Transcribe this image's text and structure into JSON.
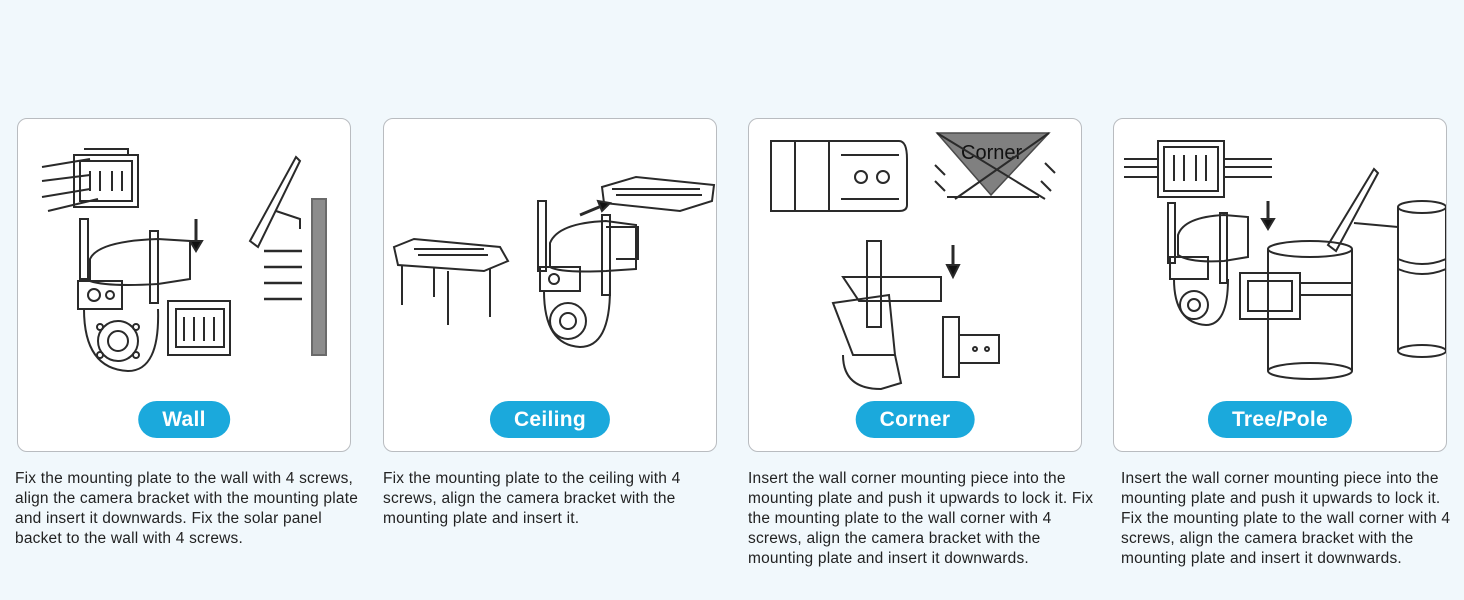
{
  "cards": [
    {
      "label": "Wall",
      "description": "Fix the mounting plate to the wall with 4 screws, align the camera bracket with the mounting plate and insert it downwards. Fix the solar panel backet to the wall with 4 screws."
    },
    {
      "label": "Ceiling",
      "description": "Fix the mounting plate to the ceiling with 4 screws, align the camera bracket with the mounting plate and insert it."
    },
    {
      "label": "Corner",
      "illustration_text": "Corner",
      "description": "Insert the wall corner mounting piece into the mounting plate and push it upwards to lock it. Fix the mounting plate to the wall corner with 4 screws, align the camera bracket with the mounting plate and insert it downwards."
    },
    {
      "label": "Tree/Pole",
      "description": "Insert the wall corner mounting piece into the mounting plate and push it upwards to lock it. Fix the mounting plate to the wall corner with 4 screws, align the camera bracket with the mounting plate and insert it downwards."
    }
  ],
  "colors": {
    "accent": "#1ba9dc",
    "background": "#f1f8fc",
    "card_border": "#b9bcc0"
  }
}
